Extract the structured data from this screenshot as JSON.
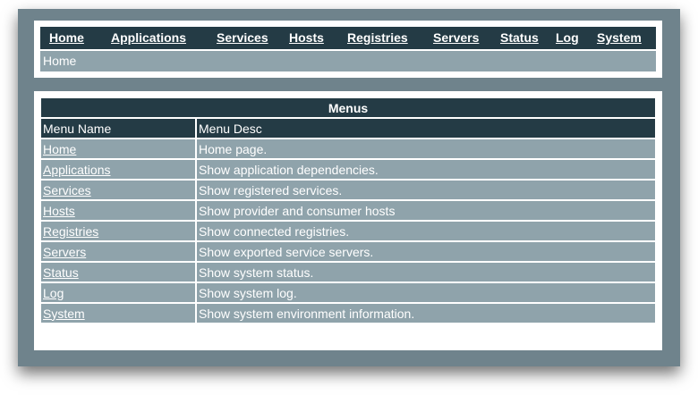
{
  "nav": {
    "items": [
      {
        "label": "Home"
      },
      {
        "label": "Applications"
      },
      {
        "label": "Services"
      },
      {
        "label": "Hosts"
      },
      {
        "label": "Registries"
      },
      {
        "label": "Servers"
      },
      {
        "label": "Status"
      },
      {
        "label": "Log"
      },
      {
        "label": "System"
      }
    ]
  },
  "breadcrumb": {
    "text": "Home"
  },
  "menus": {
    "title": "Menus",
    "columns": [
      "Menu Name",
      "Menu Desc"
    ],
    "rows": [
      {
        "name": "Home",
        "desc": "Home page."
      },
      {
        "name": "Applications",
        "desc": "Show application dependencies."
      },
      {
        "name": "Services",
        "desc": "Show registered services."
      },
      {
        "name": "Hosts",
        "desc": "Show provider and consumer hosts"
      },
      {
        "name": "Registries",
        "desc": "Show connected registries."
      },
      {
        "name": "Servers",
        "desc": "Show exported service servers."
      },
      {
        "name": "Status",
        "desc": "Show system status."
      },
      {
        "name": "Log",
        "desc": "Show system log."
      },
      {
        "name": "System",
        "desc": "Show system environment information."
      }
    ]
  },
  "colors": {
    "dark": "#243b45",
    "light": "#8fa3ab",
    "frame": "#6f838c"
  }
}
